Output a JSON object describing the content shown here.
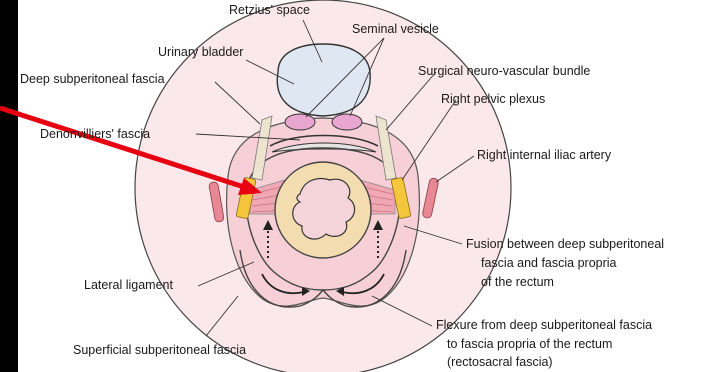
{
  "diagram": {
    "labels": {
      "retzius": "Retzius' space",
      "seminal": "Seminal vesicle",
      "bladder": "Urinary bladder",
      "snvb": "Surgical neuro-vascular bundle",
      "deep_fascia": "Deep subperitoneal fascia",
      "pelvic_plexus": "Right pelvic plexus",
      "denonvilliers": "Denonvilliers' fascia",
      "iliac": "Right internal iliac artery",
      "fusion_1": "Fusion between deep subperitoneal",
      "fusion_2": "fascia and fascia propria",
      "fusion_3": "of the rectum",
      "lateral_ligament": "Lateral ligament",
      "flexure_1": "Flexure from deep subperitoneal fascia",
      "flexure_2": "to fascia propria of the rectum",
      "flexure_3": "(rectosacral fascia)",
      "superficial": "Superficial subperitoneal fascia"
    },
    "colors": {
      "background": "#000000",
      "panel": "#ffffff",
      "outer_disc": "#fbe8ea",
      "inner_area": "#f6d0d6",
      "bladder": "#dfe8f2",
      "seminal_vesicle": "#e8a6d0",
      "rectum_wall": "#f2dcb0",
      "rectum_lumen": "#f4d4d8",
      "nerve": "#f3c63c",
      "artery": "#e88894",
      "pointer": "#e60012"
    }
  }
}
